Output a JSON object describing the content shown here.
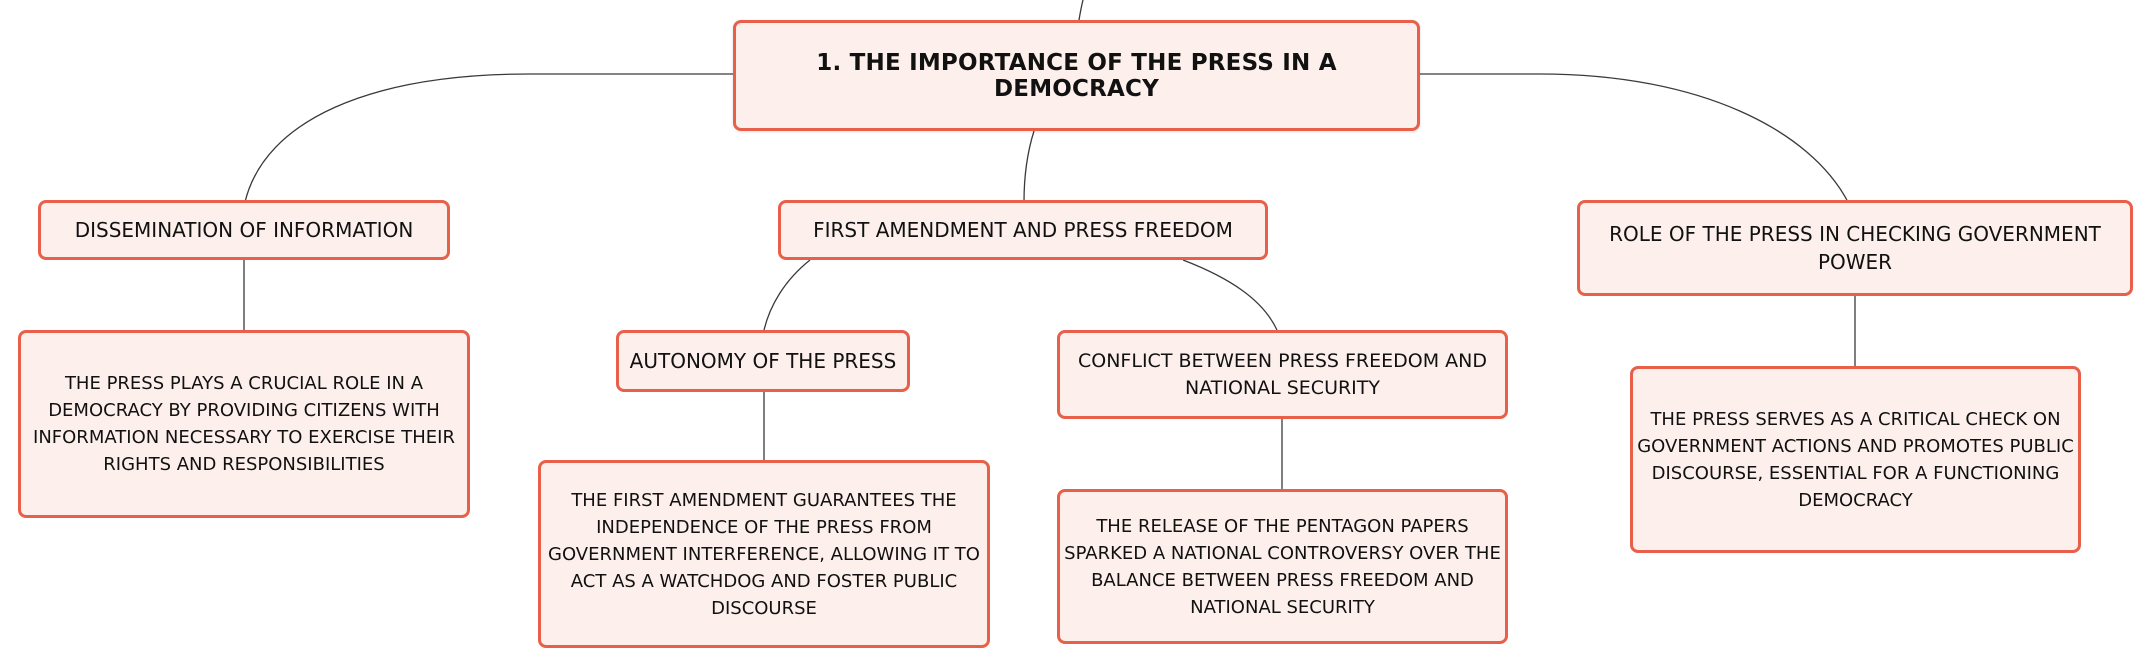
{
  "colors": {
    "node_border": "#e8604a",
    "node_fill": "#fdf0ec",
    "connector": "#3a3a3a"
  },
  "root": {
    "title": "1. THE IMPORTANCE OF THE PRESS IN A DEMOCRACY"
  },
  "branches": {
    "dissemination": {
      "title": "DISSEMINATION OF INFORMATION",
      "detail": "THE PRESS PLAYS A CRUCIAL ROLE IN A DEMOCRACY BY PROVIDING CITIZENS WITH INFORMATION NECESSARY TO EXERCISE THEIR RIGHTS AND RESPONSIBILITIES"
    },
    "first_amendment": {
      "title": "FIRST AMENDMENT AND PRESS FREEDOM",
      "autonomy": {
        "title": "AUTONOMY OF THE PRESS",
        "detail": "THE FIRST AMENDMENT GUARANTEES THE INDEPENDENCE OF THE PRESS FROM GOVERNMENT INTERFERENCE, ALLOWING IT TO ACT AS A WATCHDOG AND FOSTER PUBLIC DISCOURSE"
      },
      "conflict": {
        "title": "CONFLICT BETWEEN PRESS FREEDOM AND NATIONAL SECURITY",
        "detail": "THE RELEASE OF THE PENTAGON PAPERS SPARKED A NATIONAL CONTROVERSY OVER THE BALANCE BETWEEN PRESS FREEDOM AND NATIONAL SECURITY"
      }
    },
    "checking_power": {
      "title": "ROLE OF THE PRESS IN CHECKING GOVERNMENT POWER",
      "detail": "THE PRESS SERVES AS A CRITICAL CHECK ON GOVERNMENT ACTIONS AND PROMOTES PUBLIC DISCOURSE, ESSENTIAL FOR A FUNCTIONING DEMOCRACY"
    }
  }
}
